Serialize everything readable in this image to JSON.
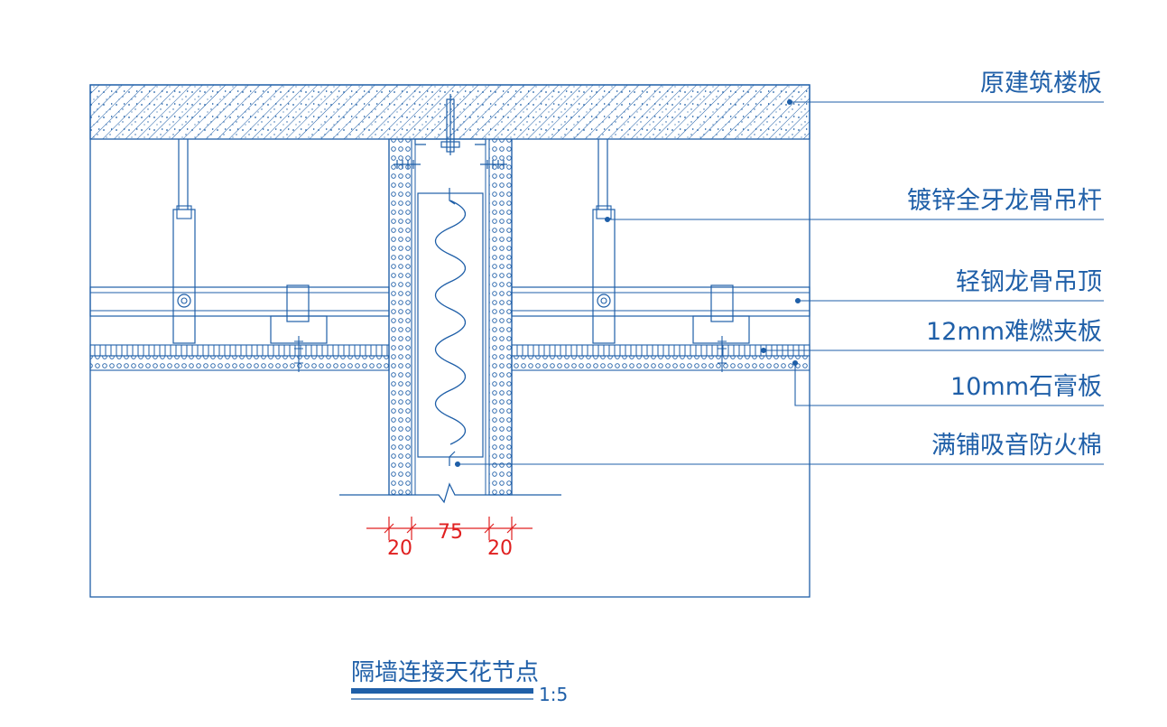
{
  "labels": {
    "slab": "原建筑楼板",
    "rod": "镀锌全牙龙骨吊杆",
    "keel": "轻钢龙骨吊顶",
    "fireboard": "12mm难燃夹板",
    "gypsum": "10mm石膏板",
    "insulation": "满铺吸音防火棉"
  },
  "dimensions": {
    "left": "20",
    "middle": "75",
    "right": "20"
  },
  "title": {
    "main": "隔墙连接天花节点",
    "scale": "1:5"
  },
  "colors": {
    "line": "#1f5fa8",
    "dimension": "#e02020",
    "background": "#ffffff"
  }
}
